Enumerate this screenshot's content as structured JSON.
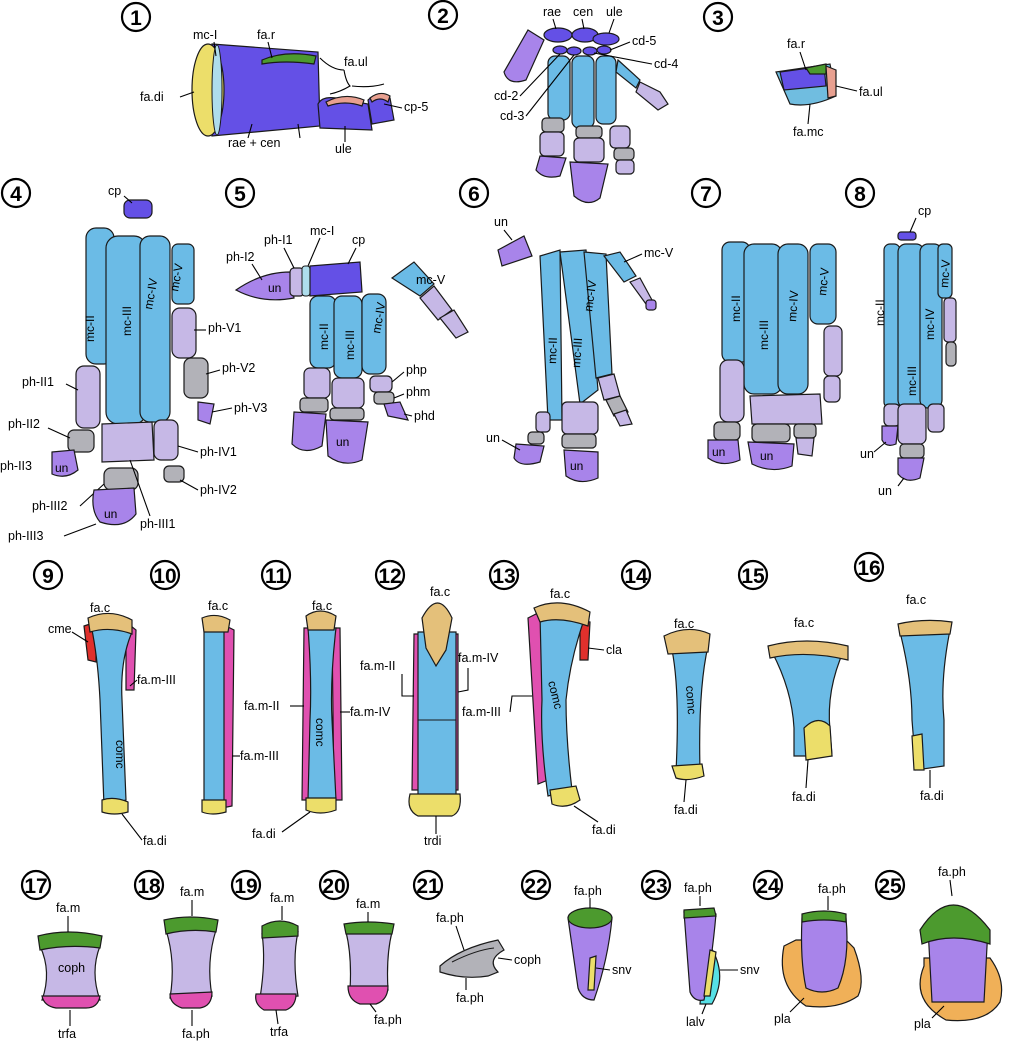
{
  "panels": [
    "1",
    "2",
    "3",
    "4",
    "5",
    "6",
    "7",
    "8",
    "9",
    "10",
    "11",
    "12",
    "13",
    "14",
    "15",
    "16",
    "17",
    "18",
    "19",
    "20",
    "21",
    "22",
    "23",
    "24",
    "25"
  ],
  "p1": {
    "mcI": "mc-I",
    "far": "fa.r",
    "faul": "fa.ul",
    "fadi": "fa.di",
    "cp5": "cp-5",
    "raecen": "rae + cen",
    "ule": "ule"
  },
  "p2": {
    "rae": "rae",
    "cen": "cen",
    "ule": "ule",
    "cd5": "cd-5",
    "cd4": "cd-4",
    "cd2": "cd-2",
    "cd3": "cd-3"
  },
  "p3": {
    "far": "fa.r",
    "faul": "fa.ul",
    "famc": "fa.mc"
  },
  "p4": {
    "cp": "cp",
    "mcII": "mc-II",
    "mcIII": "mc-III",
    "mcIV": "mc-IV",
    "mcV": "mc-V",
    "phV1": "ph-V1",
    "phV2": "ph-V2",
    "phV3": "ph-V3",
    "phII1": "ph-II1",
    "phII2": "ph-II2",
    "phII3": "ph-II3",
    "un": "un",
    "phIV1": "ph-IV1",
    "phIV2": "ph-IV2",
    "phIII2": "ph-III2",
    "phIII3": "ph-III3",
    "phIII1": "ph-III1",
    "un2": "un"
  },
  "p5": {
    "phI1": "ph-I1",
    "mcI": "mc-I",
    "cp": "cp",
    "phI2": "ph-I2",
    "un": "un",
    "mcV": "mc-V",
    "mcII": "mc-II",
    "mcIII": "mc-III",
    "mcIV": "mc-IV",
    "php": "php",
    "phm": "phm",
    "phd": "phd",
    "un2": "un"
  },
  "p6": {
    "un": "un",
    "mcV": "mc-V",
    "mcIV": "mc-IV",
    "mcII": "mc-II",
    "mcIII": "mc-III",
    "un2": "un",
    "un3": "un"
  },
  "p7": {
    "mcII": "mc-II",
    "mcIII": "mc-III",
    "mcIV": "mc-IV",
    "mcV": "mc-V",
    "un": "un",
    "un2": "un"
  },
  "p8": {
    "cp": "cp",
    "mcV": "mc-V",
    "mcII": "mc-II",
    "mcIV": "mc-IV",
    "mcIII": "mc-III",
    "un": "un",
    "un2": "un"
  },
  "p9": {
    "fac": "fa.c",
    "cme": "cme",
    "famIII": "fa.m-III",
    "comc": "comc",
    "fadi": "fa.di"
  },
  "p10": {
    "fac": "fa.c",
    "famIII": "fa.m-III"
  },
  "p11": {
    "fac": "fa.c",
    "famII": "fa.m-II",
    "famIV": "fa.m-IV",
    "comc": "comc",
    "fadi": "fa.di"
  },
  "p12": {
    "fac": "fa.c",
    "famII": "fa.m-II",
    "famIV": "fa.m-IV",
    "trdi": "trdi"
  },
  "p13": {
    "fac": "fa.c",
    "cla": "cla",
    "famIII": "fa.m-III",
    "comc": "comc",
    "fadi": "fa.di"
  },
  "p14": {
    "fac": "fa.c",
    "comc": "comc",
    "fadi": "fa.di"
  },
  "p15": {
    "fac": "fa.c",
    "fadi": "fa.di"
  },
  "p16": {
    "fac": "fa.c",
    "fadi": "fa.di"
  },
  "p17": {
    "fam": "fa.m",
    "coph": "coph",
    "trfa": "trfa"
  },
  "p18": {
    "fam": "fa.m",
    "faph": "fa.ph"
  },
  "p19": {
    "fam": "fa.m",
    "trfa": "trfa"
  },
  "p20": {
    "fam": "fa.m",
    "faph": "fa.ph"
  },
  "p21": {
    "faph": "fa.ph",
    "coph": "coph",
    "faph2": "fa.ph"
  },
  "p22": {
    "faph": "fa.ph",
    "snv": "snv"
  },
  "p23": {
    "faph": "fa.ph",
    "snv": "snv",
    "lalv": "lalv"
  },
  "p24": {
    "faph": "fa.ph",
    "pla": "pla"
  },
  "p25": {
    "faph": "fa.ph",
    "pla": "pla"
  },
  "colors": {
    "carpal": "#6450e6",
    "metacarpal": "#6bbbe6",
    "phalanx": "#c6b8e6",
    "ungual": "#a884ea",
    "cartilage": "#b2b2b8",
    "facet_c": "#e4c07a",
    "facet_di": "#ecde6a",
    "facet_r": "#4c9a2e",
    "facet_m": "#e050b0",
    "crest": "#e0302c"
  }
}
